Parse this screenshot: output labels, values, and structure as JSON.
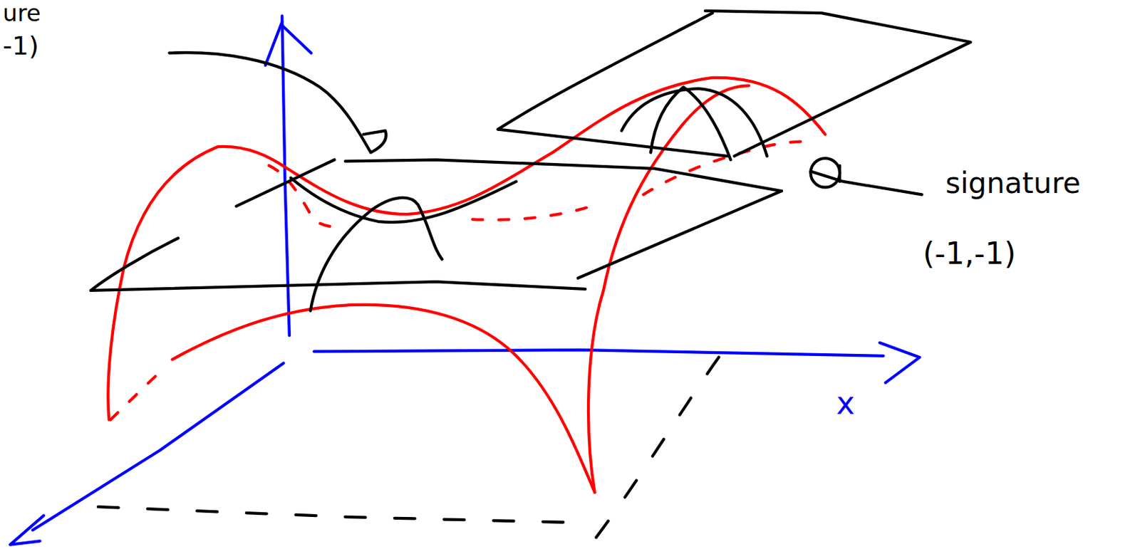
{
  "diagram": {
    "labels": [
      "ure",
      "-1)",
      "x",
      "signature",
      "(-1,-1)"
    ]
  }
}
